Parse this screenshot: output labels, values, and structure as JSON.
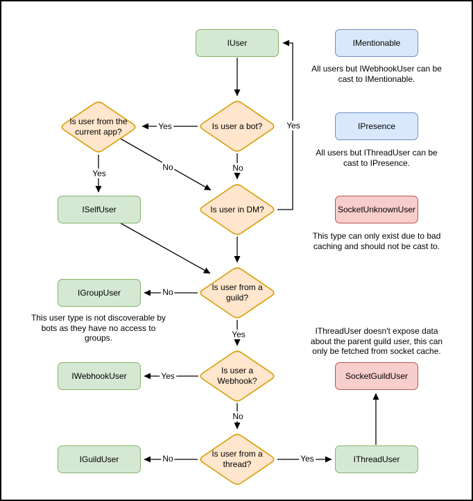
{
  "boxes": {
    "iuser": {
      "label": "IUser",
      "kind": "interface-green"
    },
    "imentionable": {
      "label": "IMentionable",
      "kind": "interface-blue"
    },
    "ipresence": {
      "label": "IPresence",
      "kind": "interface-blue"
    },
    "socketunknownuser": {
      "label": "SocketUnknownUser",
      "kind": "socket-red"
    },
    "iselfuser": {
      "label": "ISelfUser",
      "kind": "interface-green"
    },
    "igroupuser": {
      "label": "IGroupUser",
      "kind": "interface-green"
    },
    "iwebhookuser": {
      "label": "IWebhookUser",
      "kind": "interface-green"
    },
    "iguilduser": {
      "label": "IGuildUser",
      "kind": "interface-green"
    },
    "socketguilduser": {
      "label": "SocketGuildUser",
      "kind": "socket-red"
    },
    "ithreaduser": {
      "label": "IThreadUser",
      "kind": "interface-green"
    }
  },
  "decisions": {
    "is_bot": "Is user a bot?",
    "from_current_app": "Is user from the current app?",
    "in_dm": "Is user in DM?",
    "from_guild": "Is user from a guild?",
    "is_webhook": "Is user a Webhook?",
    "from_thread": "Is user from a thread?"
  },
  "edge_labels": {
    "bot_yes": "Yes",
    "bot_no": "No",
    "app_yes": "Yes",
    "app_no": "No",
    "dm_yes": "Yes",
    "guild_no": "No",
    "guild_yes": "Yes",
    "webhook_yes": "Yes",
    "webhook_no": "No",
    "thread_no": "No",
    "thread_yes": "Yes"
  },
  "annotations": {
    "mentionable": {
      "lines": [
        "All users but IWebhookUser can be",
        "cast to IMentionable."
      ]
    },
    "presence": {
      "lines": [
        "All users but IThreadUser can be",
        "cast to IPresence."
      ]
    },
    "unknown": {
      "lines": [
        "This type can only exist due to bad",
        "caching and should not be cast to."
      ]
    },
    "group": {
      "lines": [
        "This user type is not discoverable by",
        "bots as they have no access to",
        "groups."
      ]
    },
    "thread": {
      "lines": [
        "IThreadUser doesn't expose data",
        "about the parent guild user, this can",
        "only be fetched from socket cache."
      ]
    }
  },
  "colors": {
    "green_fill": "#d5e8d4",
    "green_border": "#82b366",
    "blue_fill": "#dae8fc",
    "blue_border": "#6c8ebf",
    "red_fill": "#f8cecc",
    "red_border": "#b85450",
    "orange_fill": "#ffe6cc",
    "orange_border": "#d79b00",
    "line": "#000000",
    "background": "#ffffff"
  }
}
